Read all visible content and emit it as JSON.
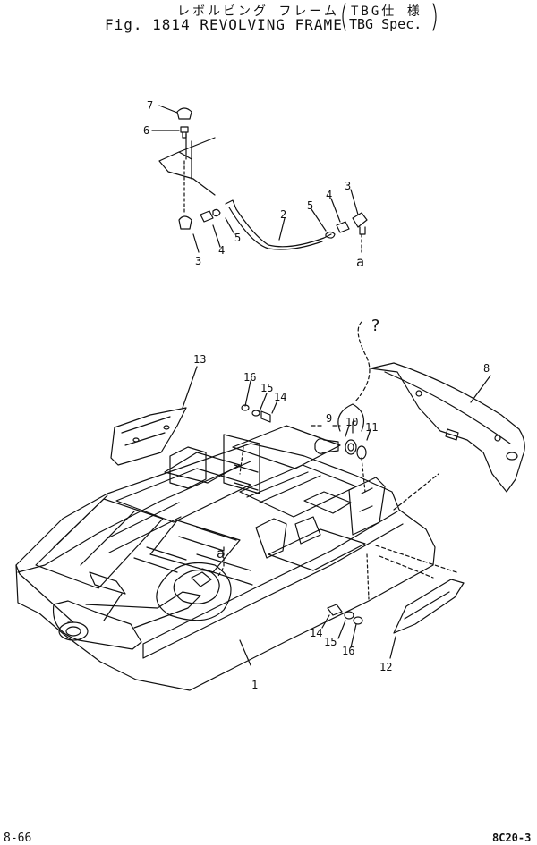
{
  "header": {
    "jp_title": "レボルビング フレーム",
    "jp_spec": "TBG仕 様",
    "title": "Fig. 1814 REVOLVING FRAME",
    "spec": "TBG Spec."
  },
  "footer": {
    "page": "8-66",
    "code": "8C20-3"
  },
  "callouts": [
    {
      "id": "c7",
      "text": "7"
    },
    {
      "id": "c6",
      "text": "6"
    },
    {
      "id": "c3a",
      "text": "3"
    },
    {
      "id": "c4a",
      "text": "4"
    },
    {
      "id": "c5a",
      "text": "5"
    },
    {
      "id": "c2",
      "text": "2"
    },
    {
      "id": "c5b",
      "text": "5"
    },
    {
      "id": "c4b",
      "text": "4"
    },
    {
      "id": "c3b",
      "text": "3"
    },
    {
      "id": "ca1",
      "text": "a"
    },
    {
      "id": "cq",
      "text": "?"
    },
    {
      "id": "c13",
      "text": "13"
    },
    {
      "id": "c16a",
      "text": "16"
    },
    {
      "id": "c15a",
      "text": "15"
    },
    {
      "id": "c14a",
      "text": "14"
    },
    {
      "id": "c9",
      "text": "9"
    },
    {
      "id": "c10",
      "text": "10"
    },
    {
      "id": "c11",
      "text": "11"
    },
    {
      "id": "c8",
      "text": "8"
    },
    {
      "id": "ca2",
      "text": "a"
    },
    {
      "id": "c14b",
      "text": "14"
    },
    {
      "id": "c15b",
      "text": "15"
    },
    {
      "id": "c16b",
      "text": "16"
    },
    {
      "id": "c12",
      "text": "12"
    },
    {
      "id": "c1",
      "text": "1"
    }
  ],
  "colors": {
    "ink": "#111111",
    "paper": "#ffffff"
  }
}
